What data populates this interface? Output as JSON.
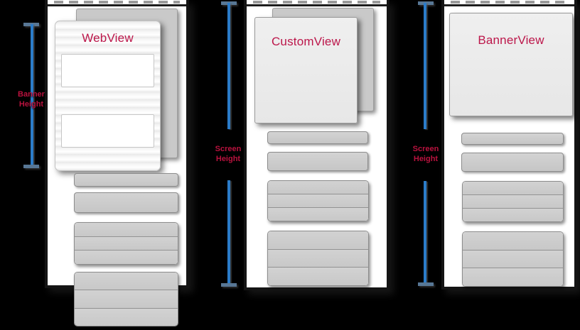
{
  "diagram": {
    "background_color": "#000000",
    "accent_red": "#bc164a",
    "accent_blue": "#2b7cc9",
    "panels": [
      {
        "id": "webview",
        "card_label": "WebView",
        "measure": {
          "line1": "Banner",
          "line2": "Height",
          "spans": "banner-card-height"
        }
      },
      {
        "id": "customview",
        "card_label": "CustomView",
        "measure": {
          "line1": "Screen",
          "line2": "Height",
          "spans": "full-screen-height"
        }
      },
      {
        "id": "bannerview",
        "card_label": "BannerView",
        "measure": {
          "line1": "Screen",
          "line2": "Height",
          "spans": "full-screen-height"
        }
      }
    ]
  }
}
